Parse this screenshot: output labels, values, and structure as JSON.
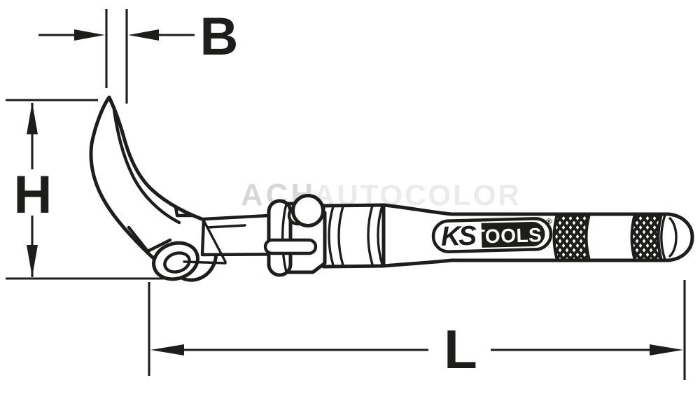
{
  "drawing": {
    "type": "technical-dimension-drawing",
    "subject": "curved pry bar / nail lifter with ball-joint handle",
    "dimension_labels": {
      "width": "B",
      "height": "H",
      "length": "L"
    },
    "brand_logo": {
      "prefix": "KS",
      "suffix": "TOOLS",
      "registered_mark": "®"
    },
    "watermark": {
      "part1": "ACH",
      "part2": "AUTOCOLOR"
    },
    "colors": {
      "line": "#1d1d1b",
      "background": "#ffffff",
      "logo_box_fill": "#1d1d1b",
      "logo_box_text": "#ffffff",
      "watermark_dark": "#d7d7d7",
      "watermark_light": "#ebebeb"
    }
  }
}
